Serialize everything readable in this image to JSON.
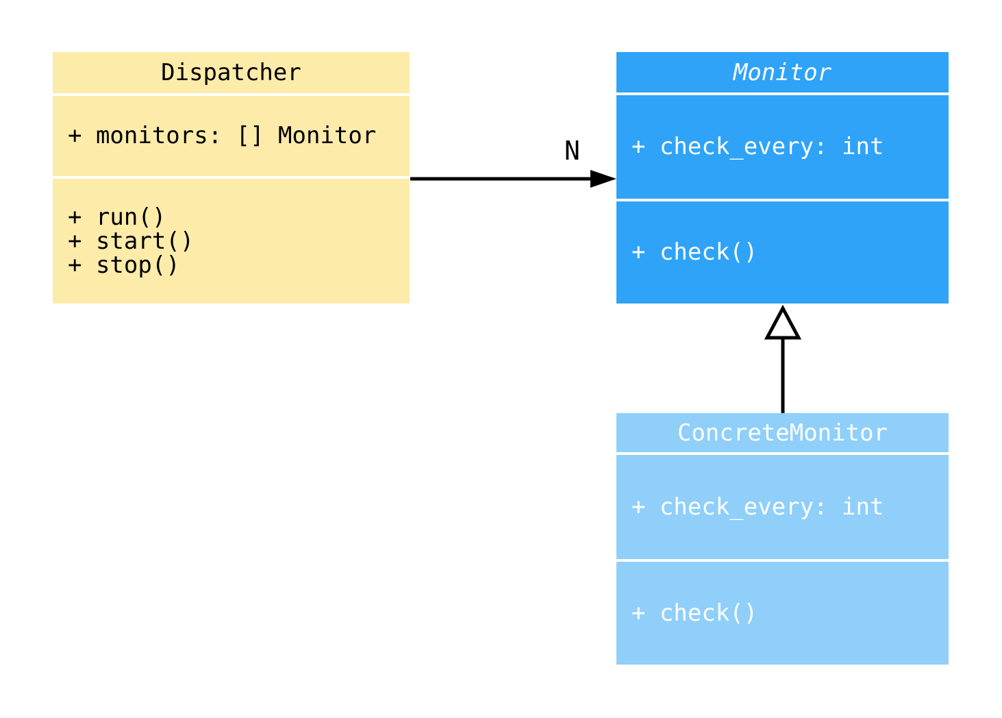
{
  "diagram": {
    "type": "uml-class-diagram",
    "background": "#FFFFFF",
    "classes": [
      {
        "name": "Dispatcher",
        "abstract": false,
        "fill": "#FDEBA9",
        "text_color": "#000000",
        "attributes": [
          "+ monitors: [] Monitor"
        ],
        "methods": [
          "+ run()",
          "+ start()",
          "+ stop()"
        ]
      },
      {
        "name": "Monitor",
        "abstract": true,
        "fill": "#2EA3F7",
        "text_color": "#FFFFFF",
        "attributes": [
          "+ check_every: int"
        ],
        "methods": [
          "+ check()"
        ]
      },
      {
        "name": "ConcreteMonitor",
        "abstract": false,
        "fill": "#8FCFFA",
        "text_color": "#FFFFFF",
        "attributes": [
          "+ check_every: int"
        ],
        "methods": [
          "+ check()"
        ]
      }
    ],
    "relationships": [
      {
        "type": "association",
        "from": "Dispatcher",
        "to": "Monitor",
        "label": "N",
        "color": "#000000"
      },
      {
        "type": "inheritance",
        "from": "ConcreteMonitor",
        "to": "Monitor",
        "label": "",
        "color": "#000000"
      }
    ]
  }
}
